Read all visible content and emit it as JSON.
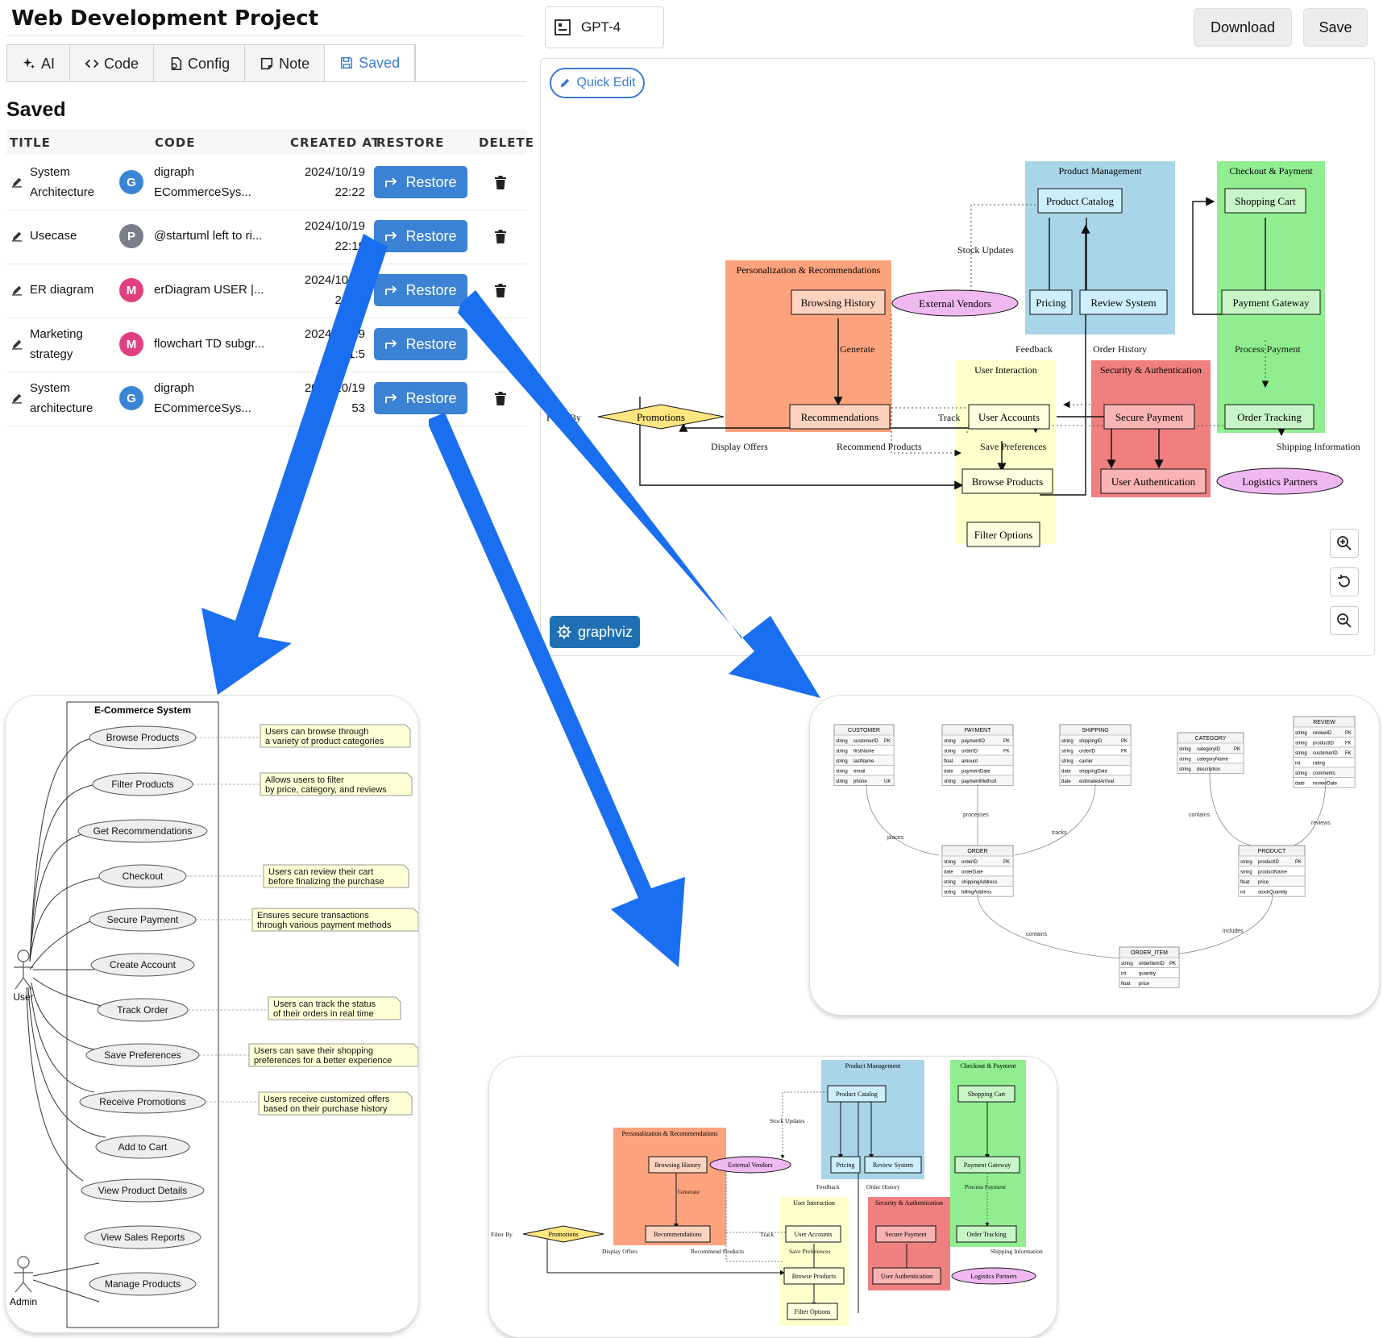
{
  "project_title": "Web Development Project",
  "tabs": [
    {
      "label": "AI",
      "icon": "sparkle-icon"
    },
    {
      "label": "Code",
      "icon": "code-icon"
    },
    {
      "label": "Config",
      "icon": "config-icon"
    },
    {
      "label": "Note",
      "icon": "note-icon"
    },
    {
      "label": "Saved",
      "icon": "save-icon",
      "active": true
    }
  ],
  "saved": {
    "heading": "Saved",
    "columns": [
      "TITLE",
      "CODE",
      "CREATED AT",
      "RESTORE",
      "DELETE"
    ],
    "restore_label": "Restore",
    "rows": [
      {
        "title_l1": "System",
        "title_l2": "Architecture",
        "avatar": "G",
        "avatar_color": "#3a86d4",
        "code_l1": "digraph",
        "code_l2": "ECommerceSys...",
        "date": "2024/10/19",
        "time": "22:22"
      },
      {
        "title_l1": "Usecase",
        "title_l2": "",
        "avatar": "P",
        "avatar_color": "#7b8088",
        "code_l1": "@startuml left to ri...",
        "code_l2": "",
        "date": "2024/10/19",
        "time": "22:19"
      },
      {
        "title_l1": "ER diagram",
        "title_l2": "",
        "avatar": "M",
        "avatar_color": "#e0407f",
        "code_l1": "erDiagram USER |...",
        "code_l2": "",
        "date": "2024/10/19",
        "time": "22:17"
      },
      {
        "title_l1": "Marketing",
        "title_l2": "strategy",
        "avatar": "M",
        "avatar_color": "#e0407f",
        "code_l1": "flowchart TD subgr...",
        "code_l2": "",
        "date": "2024/10/19",
        "time": "21:5"
      },
      {
        "title_l1": "System",
        "title_l2": "architecture",
        "avatar": "G",
        "avatar_color": "#3a86d4",
        "code_l1": "digraph",
        "code_l2": "ECommerceSys...",
        "date": "2024/10/19",
        "time": "53"
      }
    ]
  },
  "toolbar": {
    "model": "GPT-4",
    "download": "Download",
    "save": "Save",
    "quick_edit": "Quick Edit",
    "engine": "graphviz"
  },
  "arch_diagram": {
    "clusters": {
      "product": "Product Management",
      "checkout": "Checkout & Payment",
      "personal": "Personalization & Recommendations",
      "user": "User Interaction",
      "security": "Security & Authentication"
    },
    "nodes": {
      "catalog": "Product Catalog",
      "cart": "Shopping Cart",
      "browsing": "Browsing History",
      "vendors": "External Vendors",
      "pricing": "Pricing",
      "review": "Review System",
      "gateway": "Payment Gateway",
      "recs": "Recommendations",
      "promos": "Promotions",
      "accounts": "User Accounts",
      "securepay": "Secure Payment",
      "tracking": "Order Tracking",
      "browse": "Browse Products",
      "auth": "User Authentication",
      "logistics": "Logistics Partners",
      "filter": "Filter Options"
    },
    "edges": {
      "stock": "Stock Updates",
      "generate": "Generate",
      "feedback": "Feedback",
      "history": "Order History",
      "process": "Process Payment",
      "filterby": "Filter By",
      "track": "Track",
      "display": "Display Offers",
      "recommend": "Recommend Products",
      "prefs": "Save Preferences",
      "shipping": "Shipping Information"
    }
  },
  "usecase": {
    "system": "E-Commerce System",
    "actors": [
      "User",
      "Admin"
    ],
    "cases": [
      "Browse Products",
      "Filter Products",
      "Get Recommendations",
      "Checkout",
      "Secure Payment",
      "Create Account",
      "Track Order",
      "Save Preferences",
      "Receive Promotions",
      "Add to Cart",
      "View Product Details",
      "View Sales Reports",
      "Manage Products"
    ],
    "notes": [
      {
        "l1": "Users can browse through",
        "l2": "a variety of product categories"
      },
      {
        "l1": "Allows users to filter",
        "l2": "by price, category, and reviews"
      },
      {
        "l1": "Users can review their cart",
        "l2": "before finalizing the purchase"
      },
      {
        "l1": "Ensures secure transactions",
        "l2": "through various payment methods"
      },
      {
        "l1": "Users can track the status",
        "l2": "of their orders in real time"
      },
      {
        "l1": "Users can save their shopping",
        "l2": "preferences for a better experience"
      },
      {
        "l1": "Users receive customized offers",
        "l2": "based on their purchase history"
      }
    ]
  },
  "er": {
    "entities": {
      "customer": {
        "name": "CUSTOMER",
        "rows": [
          [
            "string",
            "customerID",
            "PK"
          ],
          [
            "string",
            "firstName",
            ""
          ],
          [
            "string",
            "lastName",
            ""
          ],
          [
            "string",
            "email",
            ""
          ],
          [
            "string",
            "phone",
            "UK"
          ]
        ]
      },
      "payment": {
        "name": "PAYMENT",
        "rows": [
          [
            "string",
            "paymentID",
            "PK"
          ],
          [
            "string",
            "orderID",
            "FK"
          ],
          [
            "float",
            "amount",
            ""
          ],
          [
            "date",
            "paymentDate",
            ""
          ],
          [
            "string",
            "paymentMethod",
            ""
          ]
        ]
      },
      "shipping": {
        "name": "SHIPPING",
        "rows": [
          [
            "string",
            "shippingID",
            "PK"
          ],
          [
            "string",
            "orderID",
            "FK"
          ],
          [
            "string",
            "carrier",
            ""
          ],
          [
            "date",
            "shippingDate",
            ""
          ],
          [
            "date",
            "estimatedArrival",
            ""
          ]
        ]
      },
      "category": {
        "name": "CATEGORY",
        "rows": [
          [
            "string",
            "categoryID",
            "PK"
          ],
          [
            "string",
            "categoryName",
            ""
          ],
          [
            "string",
            "description",
            ""
          ]
        ]
      },
      "review": {
        "name": "REVIEW",
        "rows": [
          [
            "string",
            "reviewID",
            "PK"
          ],
          [
            "string",
            "productID",
            "FK"
          ],
          [
            "string",
            "customerID",
            "FK"
          ],
          [
            "int",
            "rating",
            ""
          ],
          [
            "string",
            "comments",
            ""
          ],
          [
            "date",
            "reviewDate",
            ""
          ]
        ]
      },
      "order": {
        "name": "ORDER",
        "rows": [
          [
            "string",
            "orderID",
            "PK"
          ],
          [
            "date",
            "orderDate",
            ""
          ],
          [
            "string",
            "shippingAddress",
            ""
          ],
          [
            "string",
            "billingAddress",
            ""
          ]
        ]
      },
      "product": {
        "name": "PRODUCT",
        "rows": [
          [
            "string",
            "productID",
            "PK"
          ],
          [
            "string",
            "productName",
            ""
          ],
          [
            "float",
            "price",
            ""
          ],
          [
            "int",
            "stockQuantity",
            ""
          ]
        ]
      },
      "orderitem": {
        "name": "ORDER_ITEM",
        "rows": [
          [
            "string",
            "orderItemID",
            "PK"
          ],
          [
            "int",
            "quantity",
            ""
          ],
          [
            "float",
            "price",
            ""
          ]
        ]
      }
    },
    "relations": {
      "places": "places",
      "processes": "processes",
      "tracks": "tracks",
      "contains1": "contains",
      "reviews": "reviews",
      "contains2": "contains",
      "includes": "includes"
    }
  }
}
